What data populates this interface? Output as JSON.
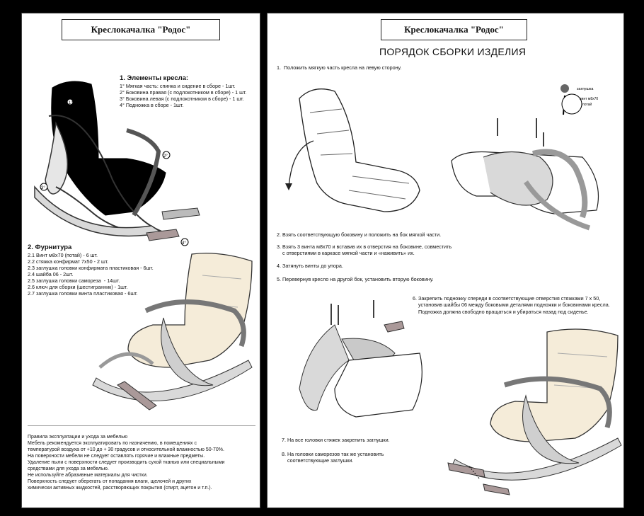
{
  "left_page": {
    "title": "Креслокачалка \"Родос\"",
    "elements": {
      "heading": "1. Элементы кресла:",
      "items": [
        "1° Мягкая часть: спинка и сидение в сборе - 1шт.",
        "2° Боковина правая (с подлокотником в сборе) - 1 шт.",
        "3° Боковина левая (с подлокотником в сборе) - 1 шт.",
        "4° Подножка в сборе - 1шт."
      ],
      "callouts": [
        "1°",
        "2°",
        "3°",
        "4°"
      ]
    },
    "hardware": {
      "heading": "2. Фурнитура",
      "items": [
        "2.1 Винт м8х70 (потай) - 6 шт.",
        "2.2 стяжка конфирмат 7х50 - 2 шт.",
        "2.3 заглушка головки конфирмата пластиковая - 6шт.",
        "2.4 шайба 06 - 2шт.",
        "2.5 заглушка головки самореза  - 14шт.",
        "2.6 ключ для сборки (шестигранник) - 1шт.",
        "2.7 заглушка головки винта пластиковая - 6шт."
      ]
    },
    "care": [
      "Правила эксплуатации и ухода за мебелью",
      "Мебель рекомендуется эксплуатировать по назначению, в помещениях с",
      "температурой воздуха от +10 до + 30 градусов и относительной влажностью 50-70%.",
      "На поверхности мебели не следует оставлять горячие и влажные предметы.",
      "Удаление пыли с поверхности следует производить сухой тканью или специальными",
      "средствами для ухода за мебелью.",
      "Не используйте абразивные материалы для чистки.",
      "Поверхность следует оберегать от попадания влаги, щелочей и других",
      "химически активных жидкостей, расстворяющих покрытия (спирт, ацетон и т.п.)."
    ]
  },
  "right_page": {
    "title": "Креслокачалка \"Родос\"",
    "section_title": "ПОРЯДОК СБОРКИ ИЗДЕЛИЯ",
    "callout_labels": {
      "plug": "заглушка",
      "screw": "винт м8х70\nпотай"
    },
    "steps": {
      "s1": "1.  Положить мягкую часть кресла на левую сторону.",
      "s2": "2. Взять соответствующую боковину и положить на бок мягкой части.",
      "s3": "3. Взять 3 винта м8х70 и вставив их в отверстия на боковине, совместить\n    с отверстиями в каркасе мягкой части и «наживить» их.",
      "s4": "4. Затянуть винты до упора.",
      "s5": "5. Перевернув кресло на другой бок, установить вторую боковину.",
      "s6": "6. Закрепить подножку спереди в соответствующие отверстия стяжками 7 х 50,\n    установив шайбы 06 между боковыми деталями подножки и боковинами кресла.\n    Подножка должна свободно вращаться и убираться назад под сиденье.",
      "s7": "7. На все головки стяжек закрепить заглушки.",
      "s8": "8. На головки саморезов так же установить\n    соответствующие заглушки."
    }
  },
  "colors": {
    "page": "#ffffff",
    "background": "#000000",
    "frame_wood": "#d9d9d9",
    "upholstery_dark": "#000000",
    "upholstery_light": "#f5ecd9"
  }
}
